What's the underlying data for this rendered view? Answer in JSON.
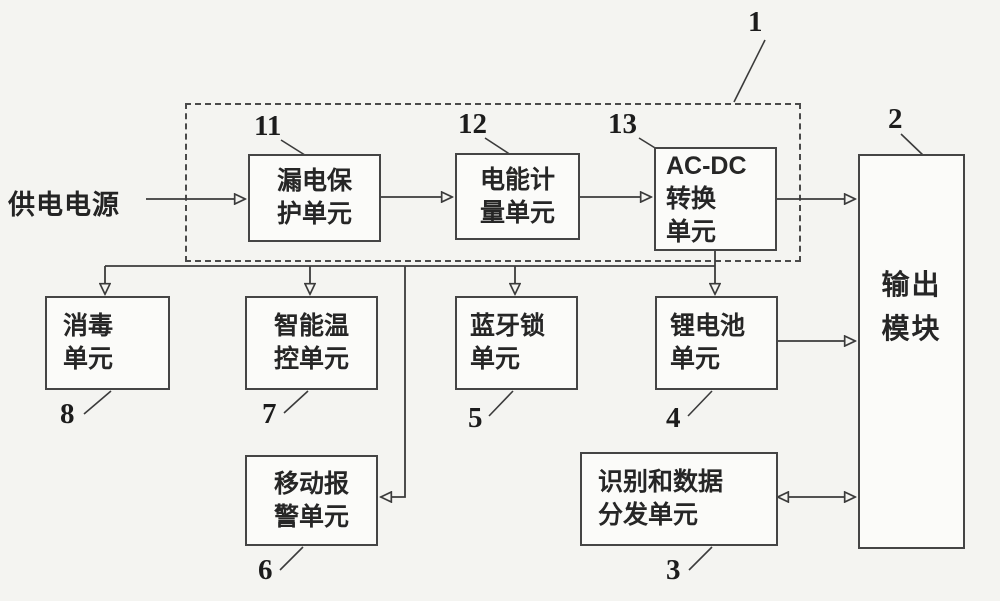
{
  "colors": {
    "background": "#f4f4f1",
    "line": "#3b3b3b",
    "box_border": "#454545",
    "text": "#262626"
  },
  "power_source": {
    "label": "供电电源"
  },
  "group": {
    "ref": "1"
  },
  "boxes": {
    "leakage": {
      "label": "漏电保\n护单元",
      "ref": "11"
    },
    "metering": {
      "label": "电能计\n量单元",
      "ref": "12"
    },
    "acdc": {
      "label": "AC-DC\n转换\n单元",
      "ref": "13"
    },
    "output": {
      "label": "输出\n模块",
      "ref": "2"
    },
    "disinfect": {
      "label": "消毒\n单元",
      "ref": "8"
    },
    "thermo": {
      "label": "智能温\n控单元",
      "ref": "7"
    },
    "bluetooth": {
      "label": "蓝牙锁\n单元",
      "ref": "5"
    },
    "battery": {
      "label": "锂电池\n单元",
      "ref": "4"
    },
    "alarm": {
      "label": "移动报\n警单元",
      "ref": "6"
    },
    "distrib": {
      "label": "识别和数据\n分发单元",
      "ref": "3"
    }
  }
}
